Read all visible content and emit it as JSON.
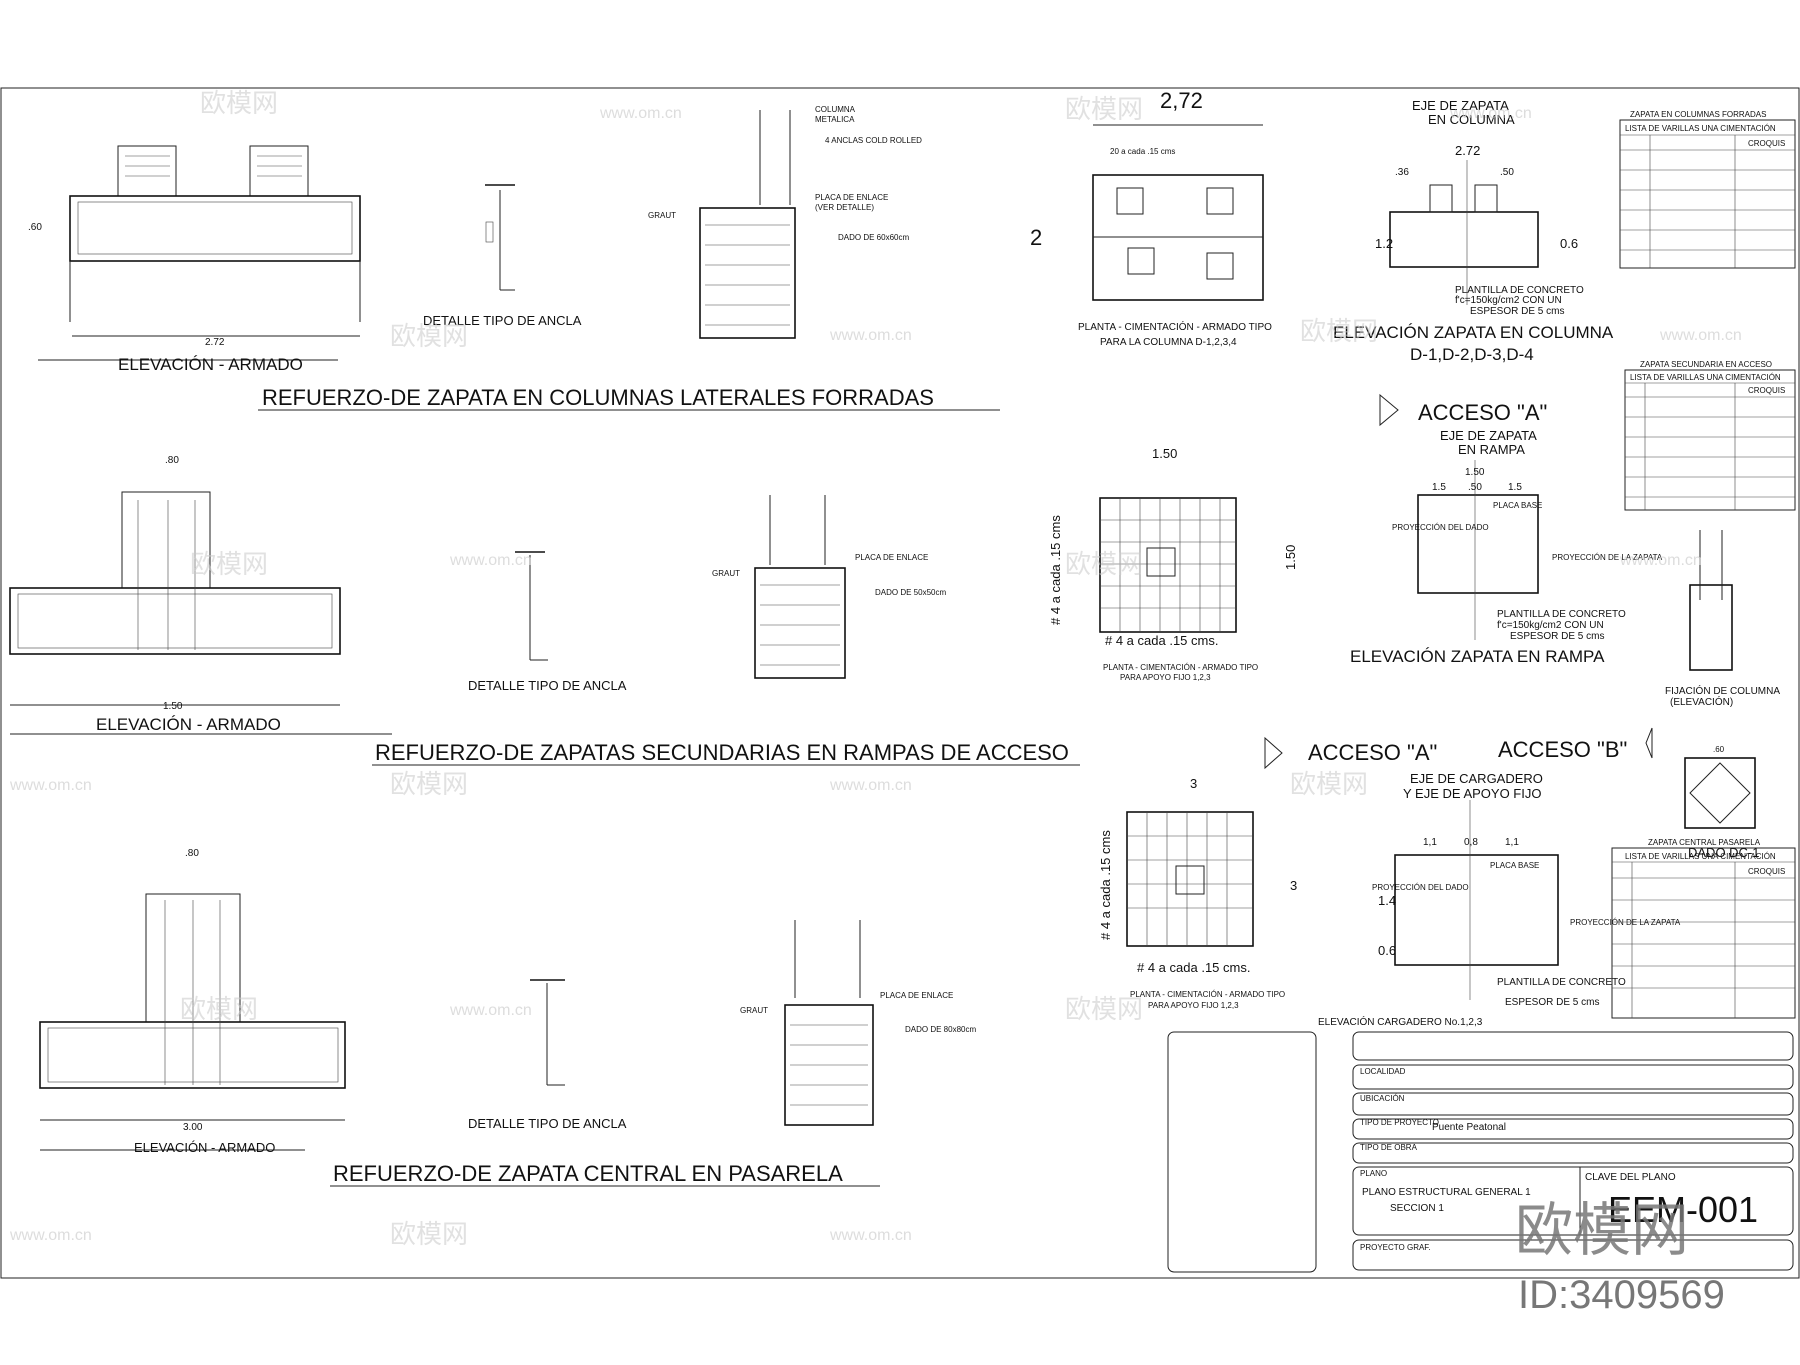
{
  "sections": {
    "s1_title": "REFUERZO-DE ZAPATA  EN COLUMNAS LATERALES FORRADAS",
    "s2_title": "REFUERZO-DE ZAPATAS SECUNDARIAS EN RAMPAS DE ACCESO",
    "s3_title": "REFUERZO-DE ZAPATA CENTRAL EN PASARELA"
  },
  "labels": {
    "elev_armado": "ELEVACIÓN - ARMADO",
    "detalle_ancla": "DETALLE TIPO DE ANCLA",
    "planta_cim": "PLANTA - CIMENTACIÓN - ARMADO TIPO",
    "para_col": "PARA LA COLUMNA D-1,2,3,4",
    "elev_zap_col": "ELEVACIÓN ZAPATA EN COLUMNA",
    "elev_zap_col2": "D-1,D-2,D-3,D-4",
    "eje_zap": "EJE DE ZAPATA",
    "en_col": "EN COLUMNA",
    "acceso_a": "ACCESO \"A\"",
    "acceso_b": "ACCESO \"B\"",
    "eje_rampa1": "EJE DE ZAPATA",
    "eje_rampa2": "EN RAMPA",
    "elev_zap_rampa": "ELEVACIÓN ZAPATA EN RAMPA",
    "planta_apoyo": "PLANTA - CIMENTACIÓN - ARMADO TIPO",
    "para_apoyo": "PARA APOYO FIJO 1,2,3",
    "fijacion": "FIJACIÓN DE COLUMNA",
    "fijacion2": "(ELEVACIÓN)",
    "eje_carg1": "EJE DE CARGADERO",
    "eje_carg2": "Y EJE DE APOYO FIJO",
    "elev_carg": "ELEVACIÓN CARGADERO No.1,2,3",
    "dado_dc1": "DADO DC-1",
    "varilla_4": "# 4 a cada .15 cms.",
    "varilla_4v": "# 4 a cada .15 cms",
    "dado_60": "DADO DE 60x60cm",
    "dado_50": "DADO DE 50x50cm",
    "dado_80": "DADO DE 80x80cm",
    "placa_enlace": "PLACA DE ENLACE",
    "ver_detalle": "(VER DETALLE)",
    "graut": "GRAUT",
    "col_met": "COLUMNA",
    "col_met2": "METALICA",
    "anclas": "4 ANCLAS COLD ROLLED",
    "plantilla": "PLANTILLA DE CONCRETO",
    "plantilla2": "f'c=150kg/cm2 CON UN",
    "plantilla3": "ESPESOR DE 5 cms",
    "proy_dado": "PROYECCIÓN DEL DADO",
    "proy_zapata": "PROYECCIÓN DE LA ZAPATA",
    "placa_base": "PLACA BASE"
  },
  "dims": {
    "d272": "2,72",
    "d2": "2",
    "d150": "1.50",
    "d3": "3",
    "d272b": "2.72",
    "d150b": "1.50",
    "d300": "3.00",
    "d80": ".80",
    "d60": ".60",
    "d12": "1.2",
    "d06": "0.6",
    "d14": "1.4",
    "d11": "1,1",
    "d08": "0,8",
    "d15": "1.5",
    "d50": ".50",
    "d36": ".36",
    "d50b": ".50",
    "d20cada": "20 a cada .15 cms"
  },
  "tables": {
    "t1_title": "ZAPATA EN COLUMNAS FORRADAS",
    "t1_sub": "LISTA DE VARILLAS UNA CIMENTACIÓN",
    "t2_title": "ZAPATA SECUNDARIA EN ACCESO",
    "t2_sub": "LISTA DE VARILLAS UNA CIMENTACIÓN",
    "t3_title": "ZAPATA CENTRAL PASARELA",
    "t3_sub": "LISTA DE VARILLAS UNA CIMENTACIÓN",
    "croquis": "CROQUIS"
  },
  "titleblock": {
    "localidad": "LOCALIDAD",
    "ubicacion": "UBICACIÓN",
    "tipo_proyecto": "TIPO DE PROYECTO",
    "proyecto": "Puente Peatonal",
    "tipo_obra": "TIPO DE OBRA",
    "plano_lbl": "PLANO",
    "plano": "PLANO ESTRUCTURAL GENERAL 1",
    "seccion": "SECCION 1",
    "clave_lbl": "CLAVE DEL PLANO",
    "clave": "EEM-001",
    "proyecto_graf": "PROYECTO GRAF."
  },
  "watermark": {
    "brand": "欧模网",
    "url": "www.om.cn",
    "id": "ID:3409569"
  }
}
